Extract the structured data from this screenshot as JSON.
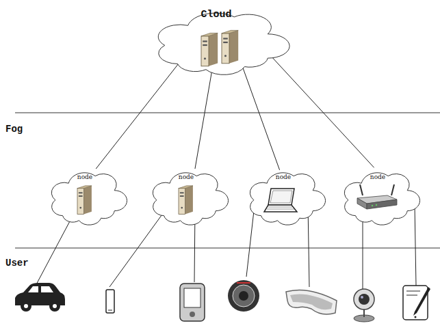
{
  "diagram": {
    "nodes": [
      {
        "text": [
          "Cloud"
        ]
      },
      {
        "text": [
          "node"
        ]
      },
      {
        "text": [
          "node"
        ]
      },
      {
        "text": [
          "node"
        ]
      },
      {
        "text": [
          "node"
        ]
      }
    ],
    "edges": [
      {
        "from": 0,
        "to": 1,
        "arrow": "none"
      },
      {
        "from": 0,
        "to": 2,
        "arrow": "none"
      },
      {
        "from": 0,
        "to": 3,
        "arrow": "none"
      },
      {
        "from": 0,
        "to": 4,
        "arrow": "none"
      }
    ],
    "labels": [
      "Fog",
      "User"
    ]
  }
}
